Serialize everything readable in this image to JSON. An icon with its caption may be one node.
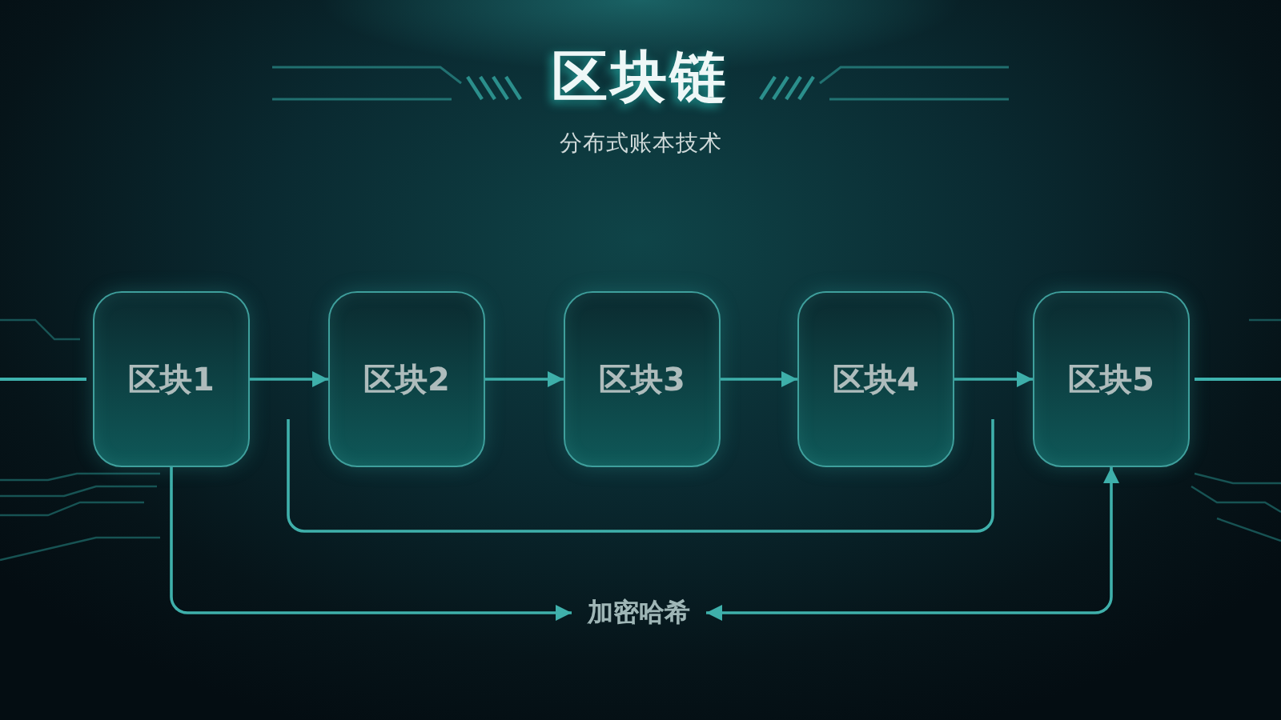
{
  "diagram": {
    "title": "区块链",
    "nodes": [
      {
        "text": [
          "区块1"
        ]
      },
      {
        "text": [
          "区块2"
        ]
      },
      {
        "text": [
          "区块3"
        ]
      },
      {
        "text": [
          "区块4"
        ]
      },
      {
        "text": [
          "区块5"
        ]
      },
      {
        "text": [
          "加密哈希"
        ]
      }
    ],
    "edges": [
      {
        "from": 0,
        "to": 1,
        "arrow": "to"
      },
      {
        "from": 1,
        "to": 2,
        "arrow": "to"
      },
      {
        "from": 2,
        "to": 3,
        "arrow": "to"
      },
      {
        "from": 3,
        "to": 4,
        "arrow": "to"
      },
      {
        "from": 0,
        "to": 5,
        "arrow": "to"
      },
      {
        "from": 4,
        "to": 5,
        "arrow": "both"
      }
    ],
    "labels": [
      "分布式账本技术"
    ]
  }
}
